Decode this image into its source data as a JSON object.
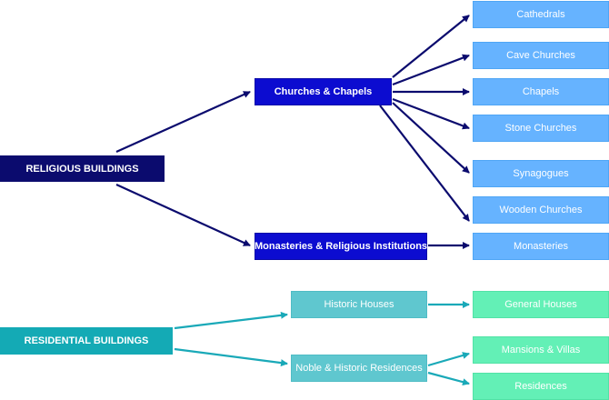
{
  "groups": [
    {
      "root": "RELIGIOUS BUILDINGS",
      "color": "#0b0b6e",
      "children": [
        {
          "label": "Churches & Chapels",
          "leaves": [
            "Cathedrals",
            "Cave Churches",
            "Chapels",
            "Stone Churches",
            "Synagogues",
            "Wooden Churches"
          ]
        },
        {
          "label": "Monasteries & Religious Institutions",
          "leaves": [
            "Monasteries"
          ]
        }
      ]
    },
    {
      "root": "RESIDENTIAL BUILDINGS",
      "color": "#14aab5",
      "children": [
        {
          "label": "Historic Houses",
          "leaves": [
            "General Houses"
          ]
        },
        {
          "label": "Noble & Historic Residences",
          "leaves": [
            "Mansions & Villas",
            "Residences"
          ]
        }
      ]
    }
  ]
}
